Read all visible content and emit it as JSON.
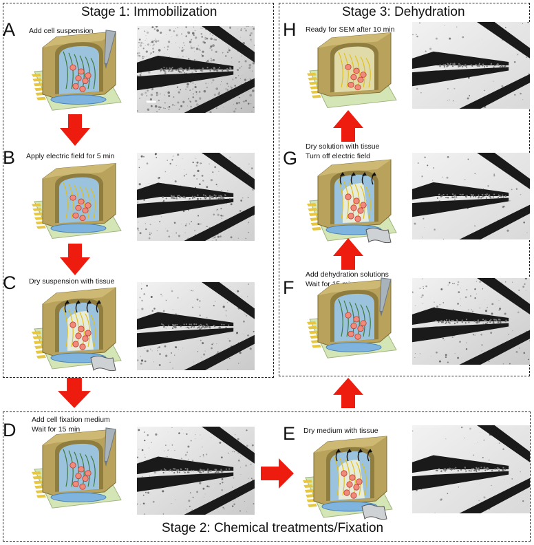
{
  "stages": {
    "stage1_title": "Stage 1: Immobilization",
    "stage2_title": "Stage 2: Chemical treatments/Fixation",
    "stage3_title": "Stage 3: Dehydration"
  },
  "panels": {
    "A": {
      "letter": "A",
      "line1": "Add cell suspension",
      "line2": ""
    },
    "B": {
      "letter": "B",
      "line1": "Apply electric field for 5 min",
      "line2": ""
    },
    "C": {
      "letter": "C",
      "line1": "Dry suspension with tissue",
      "line2": ""
    },
    "D": {
      "letter": "D",
      "line1": "Add cell fixation medium",
      "line2": "Wait for 15 min"
    },
    "E": {
      "letter": "E",
      "line1": "Dry medium with tissue",
      "line2": ""
    },
    "F": {
      "letter": "F",
      "line1": "Add dehydration solutions",
      "line2": "Wait for 15 min"
    },
    "G": {
      "letter": "G",
      "line1": "Dry solution with  tissue",
      "line2": "Turn off electric field"
    },
    "H": {
      "letter": "H",
      "line1": "Ready for SEM after 10 min",
      "line2": ""
    }
  },
  "colors": {
    "arrow": "#ee1c0e",
    "chip": "#d4e6b5",
    "well": "#b9a35c",
    "liquid": "#9cc7e6",
    "electrode": "#1a1a1a"
  }
}
